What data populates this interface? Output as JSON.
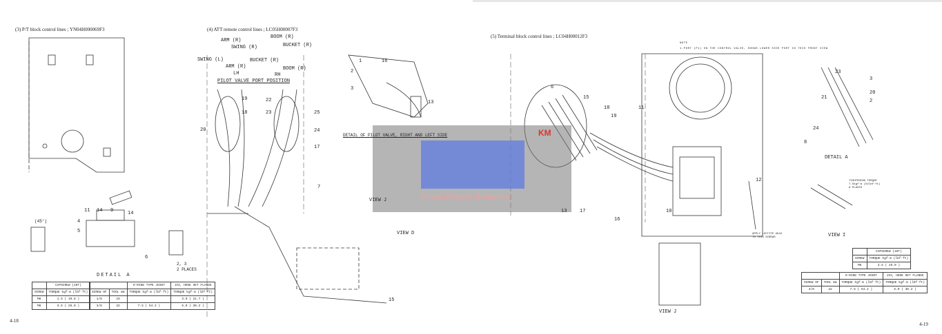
{
  "left_page": {
    "section3_title": "(3)  P/T block control lines ; YN04H000069F3",
    "section4_title": "(4)  ATT remote control lines ; LC05H00007F3",
    "pilot_valve_title": "PILOT VALVE PORT POSITION",
    "pilot_labels": [
      "ARM (R)",
      "BOOM (R)",
      "SWING (R)",
      "BUCKET (R)",
      "SWING (L)",
      "ARM (R)",
      "BUCKET (R)",
      "BOOM (R)",
      "LH",
      "RH"
    ],
    "detail_pilot_title": "DETAIL OF PILOT VALVE, RIGHT AND LEFT SIDE",
    "detail_a": "DETAIL A",
    "view_j": "VIEW J",
    "view_d": "VIEW D",
    "places_note": "2, 3\n2 PLACES",
    "angle_note": "(45°)",
    "callouts": [
      "11",
      "14",
      "9",
      "14",
      "4",
      "5",
      "6",
      "20",
      "19",
      "18",
      "22",
      "23",
      "24",
      "25",
      "17",
      "7",
      "1",
      "2",
      "3",
      "13",
      "15",
      "16"
    ],
    "capscrew_table": {
      "header": [
        "SCREW",
        "CAPSCREW (10T)",
        "TORQUE kgf·m (lbf·ft)"
      ],
      "rows": [
        [
          "M8",
          "1.5 ( 10.8 )"
        ],
        [
          "M8",
          "3.6 ( 26.0 )"
        ]
      ]
    },
    "oring_table": {
      "header": [
        "SCREW OF",
        "TOOL mm",
        "O-RING TYPE JOINT",
        "JIS, HOSE SET FLANGE"
      ],
      "sub": [
        "TORQUE kgf·m (lbf·ft)",
        "TORQUE kgf·m (lbf·ft)"
      ],
      "rows": [
        [
          "1/8",
          "19",
          "",
          "3.0 ( 21.7 )"
        ],
        [
          "3/8",
          "22",
          "7.5 ( 54.2 )",
          "5.0 ( 36.2 )"
        ]
      ]
    },
    "page_number": "4-18"
  },
  "right_page": {
    "section5_title": "(5)  Terminal block control lines ; LC04H00012F3",
    "note_title": "NOTE",
    "note_text": "1.PORT (P1) ON THE CONTROL VALVE, SHOWS LOWER SIDE PORT IN THIS FRONT VIEW",
    "detail_a": "DETAIL A",
    "view_i": "VIEW I",
    "view_j": "VIEW J",
    "apply_note": "APPLY LOCTITE #542\nTO THIS SCREWS",
    "tightening": "TIGHTENING TORQUE\n7.5kgf·m (54lbf·ft)\n6 PLACES",
    "callouts": [
      "23",
      "21",
      "20",
      "3",
      "2",
      "24",
      "8",
      "6",
      "10",
      "11",
      "13",
      "15",
      "16",
      "17",
      "18",
      "19",
      "12"
    ],
    "capscrew_table": {
      "header": [
        "SCREW",
        "CAPSCREW (10T)",
        "TORQUE kgf·m (lbf·ft)"
      ],
      "rows": [
        [
          "M8",
          "3.5 ( 25.0 )"
        ]
      ]
    },
    "oring_table": {
      "header": [
        "SCREW OF",
        "TOOL mm",
        "O-RING TYPE JOINT",
        "JIS, HOSE SET FLANGE"
      ],
      "sub": [
        "TORQUE kgf·m (lbf·ft)",
        "TORQUE kgf·m (lbf·ft)"
      ],
      "rows": [
        [
          "3/8",
          "22",
          "7.5 ( 54.2 )",
          "5.0 ( 36.2 )"
        ]
      ]
    },
    "page_number": "4-19"
  },
  "watermark": {
    "brand": "KM",
    "slogan": "Cheap Reliable Guarantee"
  }
}
